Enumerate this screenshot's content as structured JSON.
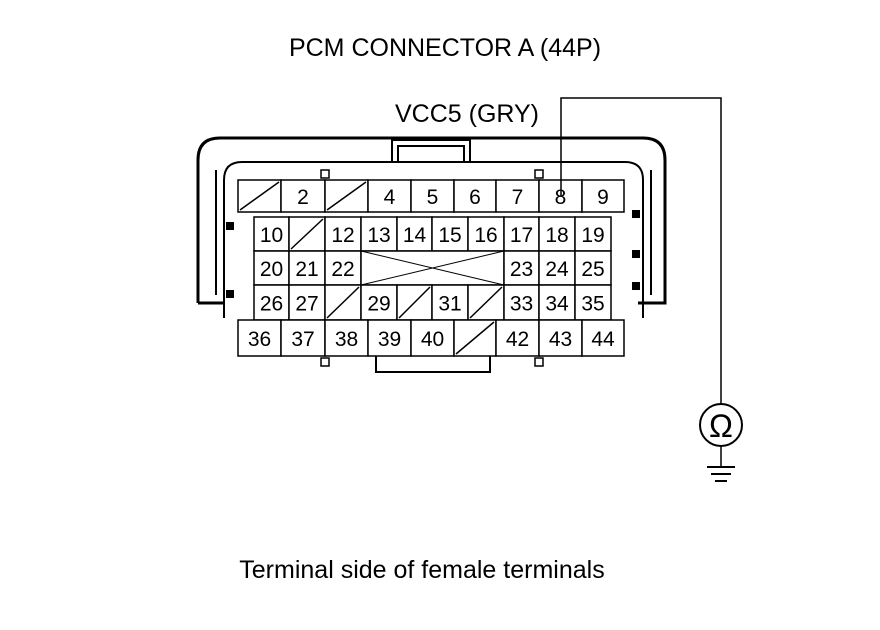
{
  "diagram": {
    "title": "PCM CONNECTOR A (44P)",
    "wire_label": "VCC5 (GRY)",
    "caption": "Terminal side of female terminals",
    "meter_symbol": "Ω",
    "meter_icon": "ohmmeter-icon",
    "ground_icon": "ground-icon",
    "probe_terminal": "8",
    "rows": [
      [
        "",
        "2",
        "",
        "4",
        "5",
        "6",
        "7",
        "8",
        "9"
      ],
      [
        "10",
        "",
        "12",
        "13",
        "14",
        "15",
        "16",
        "17",
        "18",
        "19"
      ],
      [
        "20",
        "21",
        "22",
        "",
        "23",
        "24",
        "25"
      ],
      [
        "26",
        "27",
        "",
        "29",
        "",
        "31",
        "",
        "33",
        "34",
        "35"
      ],
      [
        "36",
        "37",
        "38",
        "39",
        "40",
        "",
        "42",
        "43",
        "44"
      ]
    ]
  }
}
